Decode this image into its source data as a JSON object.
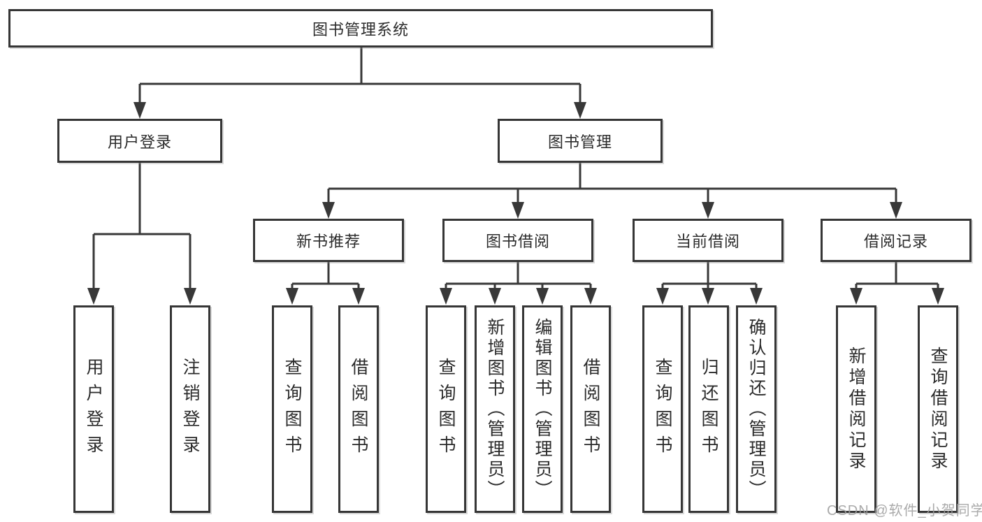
{
  "diagram": {
    "root": "图书管理系统",
    "level2": {
      "user_login": "用户登录",
      "book_management": "图书管理"
    },
    "level3": {
      "new_book_recommend": "新书推荐",
      "book_borrow": "图书借阅",
      "current_borrow": "当前借阅",
      "borrow_records": "借阅记录"
    },
    "leaves": {
      "user_login": "用户登录",
      "logout": "注销登录",
      "recommend_query_book": "查询图书",
      "recommend_borrow_book": "借阅图书",
      "borrow_query_book": "查询图书",
      "borrow_add_book": "新增图书（管理员）",
      "borrow_edit_book": "编辑图书（管理员）",
      "borrow_borrow_book": "借阅图书",
      "current_query_book": "查询图书",
      "current_return_book": "归还图书",
      "current_confirm_return": "确认归还（管理员）",
      "records_add_record": "新增借阅记录",
      "records_query_record": "查询借阅记录"
    }
  },
  "watermark": "CSDN @软件_小贺同学",
  "colors": {
    "line": "#383838",
    "box_border": "#363636",
    "text": "#2b2b2b",
    "watermark": "#9e9e9e",
    "background": "#ffffff"
  }
}
